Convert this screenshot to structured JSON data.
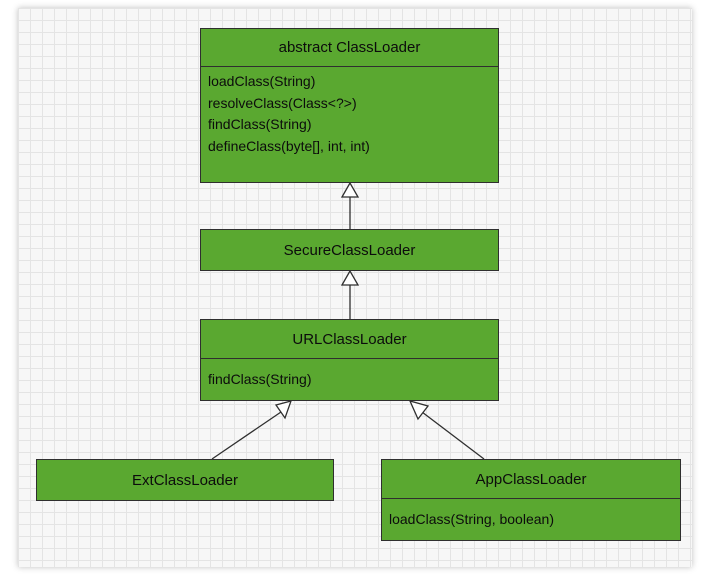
{
  "classes": {
    "classloader": {
      "name": "abstract ClassLoader",
      "methods": [
        "loadClass(String)",
        "resolveClass(Class<?>)",
        "findClass(String)",
        "defineClass(byte[], int, int)"
      ]
    },
    "secure": {
      "name": "SecureClassLoader"
    },
    "url": {
      "name": "URLClassLoader",
      "methods": [
        "findClass(String)"
      ]
    },
    "ext": {
      "name": "ExtClassLoader"
    },
    "app": {
      "name": "AppClassLoader",
      "methods": [
        "loadClass(String, boolean)"
      ]
    }
  },
  "colors": {
    "box_fill": "#5aa830",
    "border": "#2f2f2f",
    "grid": "#e4e4e4"
  },
  "relations": [
    {
      "from": "secure",
      "to": "classloader",
      "type": "inheritance"
    },
    {
      "from": "url",
      "to": "secure",
      "type": "inheritance"
    },
    {
      "from": "ext",
      "to": "url",
      "type": "inheritance"
    },
    {
      "from": "app",
      "to": "url",
      "type": "inheritance"
    }
  ]
}
